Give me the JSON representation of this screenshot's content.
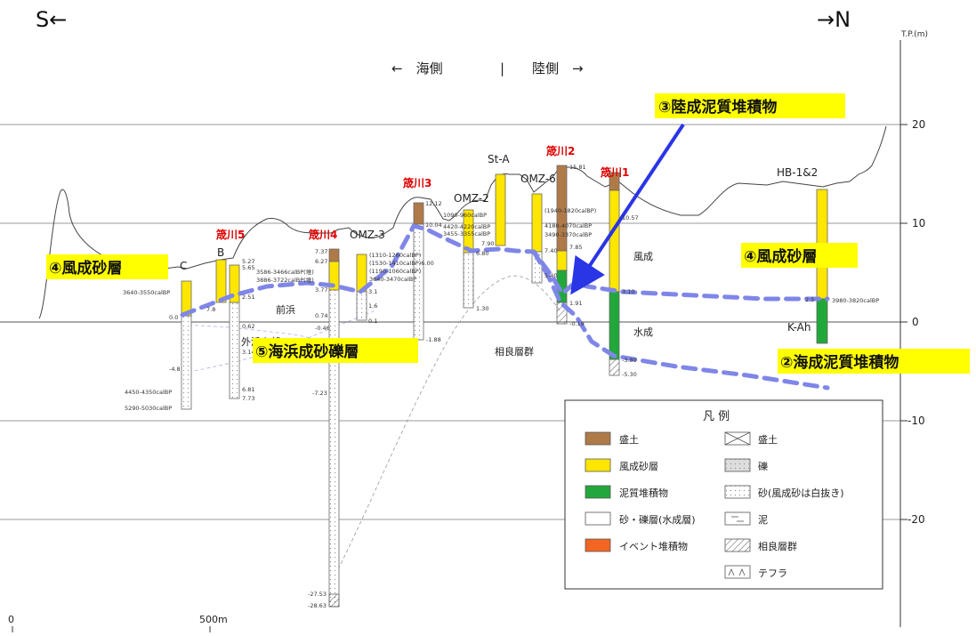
{
  "direction": {
    "south": "S←",
    "north": "→N",
    "unit": "T.P.(m)"
  },
  "header": {
    "sea_side": "←　海側",
    "separator": "|",
    "land_side": "陸側　→"
  },
  "y_axis": {
    "ticks": [
      "20",
      "10",
      "0",
      "-10",
      "-20"
    ]
  },
  "scale_bar": {
    "start": "0",
    "end": "500m"
  },
  "borehole_labels": {
    "c": "C",
    "b": "B",
    "tsukugawa5": "筬川5",
    "tsukugawa4": "筬川4",
    "omz3": "OMZ-3",
    "tsukugawa3": "筬川3",
    "omz2": "OMZ-2",
    "sta": "St-A",
    "tsukugawa2": "筬川2",
    "omz6": "OMZ-6",
    "tsukugawa1": "筬川1",
    "hb": "HB-1&2",
    "kah": "K-Ah"
  },
  "unit_labels": {
    "fusei": "風成",
    "suisei": "水成",
    "maehama": "前浜",
    "gaihinbu": "外浜上部",
    "sagara": "相良層群"
  },
  "callouts": {
    "c3": "③陸成泥質堆積物",
    "c4a": "④風成砂層",
    "c4b": "④風成砂層",
    "c5": "⑤海浜成砂礫層",
    "c2": "②海成泥質堆積物"
  },
  "ages": {
    "a1": "3640-3550calBP",
    "a2": "4450-4350calBP",
    "a3": "5290-5030calBP",
    "a4": "3586-3466calBP(堆)",
    "a5": "3886-3722calBP(堆)",
    "a6": "(1310-1260calBP)",
    "a7": "(1530-1410calBP)6.00",
    "a8": "(1190-1060calBP)",
    "a9": "3640-3470calBP",
    "a10": "1090-960calBP",
    "a11": "4420-4220calBP",
    "a12": "3455-3355calBP",
    "a13": "(1940-1820calBP)",
    "a14": "4180-4070calBP",
    "a15": "3490-3370calBP",
    "a16": "3980-3820calBP"
  },
  "depths": {
    "d_c1": "0.0",
    "d_c2": "-4.8",
    "d_b1": "7.8",
    "d_t5a": "5.27",
    "d_t5b": "5.65",
    "d_t5c": "2.51",
    "d_t5d": "0.62",
    "d_t5e": "3.14",
    "d_t5f": "6.81",
    "d_t5g": "7.73",
    "d_t4a": "7.37",
    "d_t4b": "6.27",
    "d_t4c": "3.77",
    "d_t4d": "0.74",
    "d_t4e": "-0.46",
    "d_t4f": "-7.23",
    "d_t4g": "-27.53",
    "d_t4h": "-28.63",
    "d_o3a": "3.1",
    "d_o3b": "1.6",
    "d_o3c": "0.1",
    "d_t3a": "12.12",
    "d_t3b": "10.04",
    "d_t3c": "-1.88",
    "d_o2a": "6.80",
    "d_o2b": "1.30",
    "d_sa": "7.90",
    "d_t2a": "15.81",
    "d_t2b": "7.40",
    "d_t2c": "7.85",
    "d_t2d": "5.40",
    "d_t2e": "1.91",
    "d_t2f": "-0.19",
    "d_t1a": "10.57",
    "d_t1b": "3.10",
    "d_t1c": "-3.80",
    "d_t1d": "-5.30",
    "d_hb": "2.5"
  },
  "legend": {
    "title": "凡 例",
    "items": [
      {
        "label": "盛土",
        "color": "#b07a48"
      },
      {
        "label": "風成砂層",
        "color": "#ffe600"
      },
      {
        "label": "泥質堆積物",
        "color": "#22a83a"
      },
      {
        "label": "砂・礫層(水成層)",
        "color": "#ffffff"
      },
      {
        "label": "イベント堆積物",
        "color": "#f26522"
      }
    ],
    "pattern_items": [
      {
        "label": "盛土"
      },
      {
        "label": "礫"
      },
      {
        "label": "砂(風成砂は白抜き)"
      },
      {
        "label": "泥"
      },
      {
        "label": "相良層群"
      },
      {
        "label": "テフラ"
      }
    ]
  },
  "colors": {
    "yellow": "#ffe600",
    "green": "#22a83a",
    "brown": "#b07a48",
    "dash_blue": "#7f86e8",
    "arrow_blue": "#2a35e6",
    "label_red": "#e00000"
  }
}
